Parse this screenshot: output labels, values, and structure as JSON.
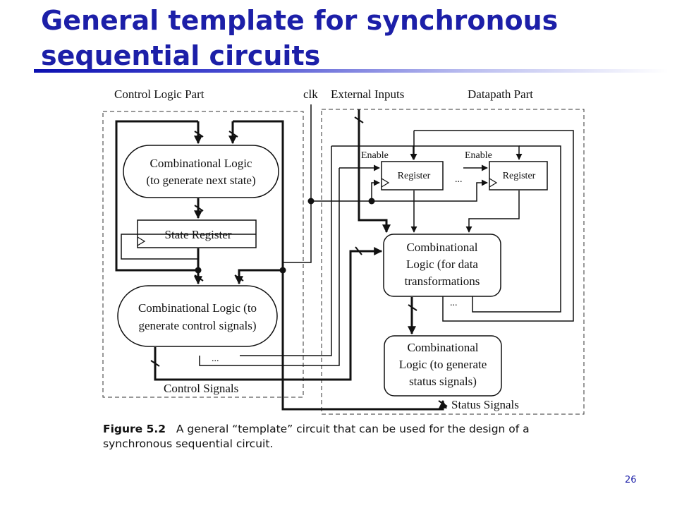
{
  "slide": {
    "title": "General template for synchronous sequential circuits",
    "page_number": "26"
  },
  "figure": {
    "caption_label": "Figure 5.2",
    "caption_text": "A general “template” circuit that can be used for the design of a synchronous sequential circuit.",
    "labels": {
      "control_logic_part": "Control Logic Part",
      "clk": "clk",
      "external_inputs": "External Inputs",
      "datapath_part": "Datapath Part",
      "enable_1": "Enable",
      "enable_2": "Enable",
      "control_signals": "Control Signals",
      "status_signals": "Status Signals",
      "ellipsis_registers": "...",
      "ellipsis_control": "...",
      "ellipsis_datapath": "..."
    },
    "blocks": {
      "next_state_logic": [
        "Combinational Logic",
        "(to generate next state)"
      ],
      "state_register": [
        "State Register"
      ],
      "control_signal_logic": [
        "Combinational Logic (to",
        "generate control signals)"
      ],
      "register_1": [
        "Register"
      ],
      "register_2": [
        "Register"
      ],
      "data_transform_logic": [
        "Combinational",
        "Logic (for data",
        "transformations"
      ],
      "status_logic": [
        "Combinational",
        "Logic (to generate",
        "status signals)"
      ]
    }
  }
}
